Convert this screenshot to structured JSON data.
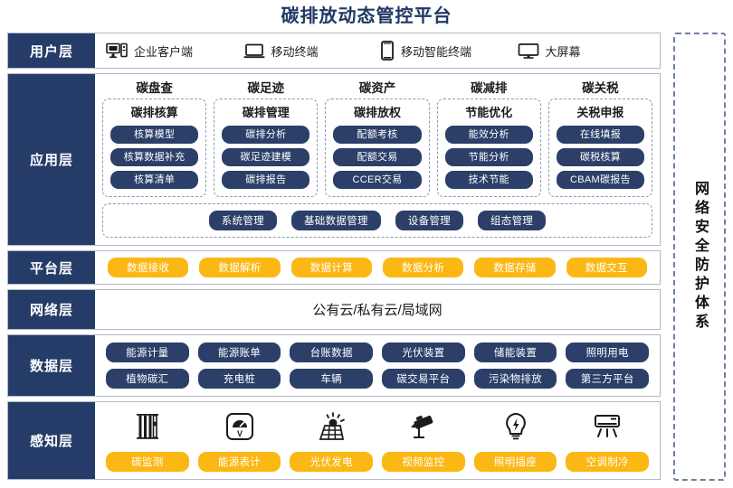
{
  "title": "碳排放动态管控平台",
  "colors": {
    "navy": "#253C68",
    "pill_navy": "#2B3F69",
    "yellow": "#FBB713",
    "title_blue": "#1F3864",
    "border": "#AFB9CC"
  },
  "security_band": {
    "label": "网络安全防护体系"
  },
  "layers": {
    "user": {
      "label": "用户层",
      "items": [
        {
          "icon": "desktop-tower-icon",
          "label": "企业客户端"
        },
        {
          "icon": "laptop-icon",
          "label": "移动终端"
        },
        {
          "icon": "smartphone-icon",
          "label": "移动智能终端"
        },
        {
          "icon": "monitor-icon",
          "label": "大屏幕"
        }
      ]
    },
    "application": {
      "label": "应用层",
      "columns": [
        {
          "title": "碳盘查",
          "card_title": "碳排核算",
          "items": [
            "核算模型",
            "核算数据补充",
            "核算清单"
          ]
        },
        {
          "title": "碳足迹",
          "card_title": "碳排管理",
          "items": [
            "碳排分析",
            "碳足迹建模",
            "碳排报告"
          ]
        },
        {
          "title": "碳资产",
          "card_title": "碳排放权",
          "items": [
            "配额考核",
            "配额交易",
            "CCER交易"
          ]
        },
        {
          "title": "碳减排",
          "card_title": "节能优化",
          "items": [
            "能效分析",
            "节能分析",
            "技术节能"
          ]
        },
        {
          "title": "碳关税",
          "card_title": "关税申报",
          "items": [
            "在线填报",
            "碳税核算",
            "CBAM碳报告"
          ]
        }
      ],
      "management": [
        "系统管理",
        "基础数据管理",
        "设备管理",
        "组态管理"
      ]
    },
    "platform": {
      "label": "平台层",
      "items": [
        "数据接收",
        "数据解析",
        "数据计算",
        "数据分析",
        "数据存储",
        "数据交互"
      ]
    },
    "network": {
      "label": "网络层",
      "text": "公有云/私有云/局域网"
    },
    "data": {
      "label": "数据层",
      "rows": [
        [
          "能源计量",
          "能源账单",
          "台账数据",
          "光伏装置",
          "储能装置",
          "照明用电"
        ],
        [
          "植物碳汇",
          "充电桩",
          "车辆",
          "碳交易平台",
          "污染物排放",
          "第三方平台"
        ]
      ]
    },
    "sense": {
      "label": "感知层",
      "items": [
        {
          "icon": "carbon-monitor-icon",
          "label": "碳监测"
        },
        {
          "icon": "energy-meter-icon",
          "label": "能源表计"
        },
        {
          "icon": "solar-panel-icon",
          "label": "光伏发电"
        },
        {
          "icon": "cctv-camera-icon",
          "label": "视频监控"
        },
        {
          "icon": "light-bulb-icon",
          "label": "照明插座"
        },
        {
          "icon": "air-conditioner-icon",
          "label": "空调制冷"
        }
      ]
    }
  }
}
